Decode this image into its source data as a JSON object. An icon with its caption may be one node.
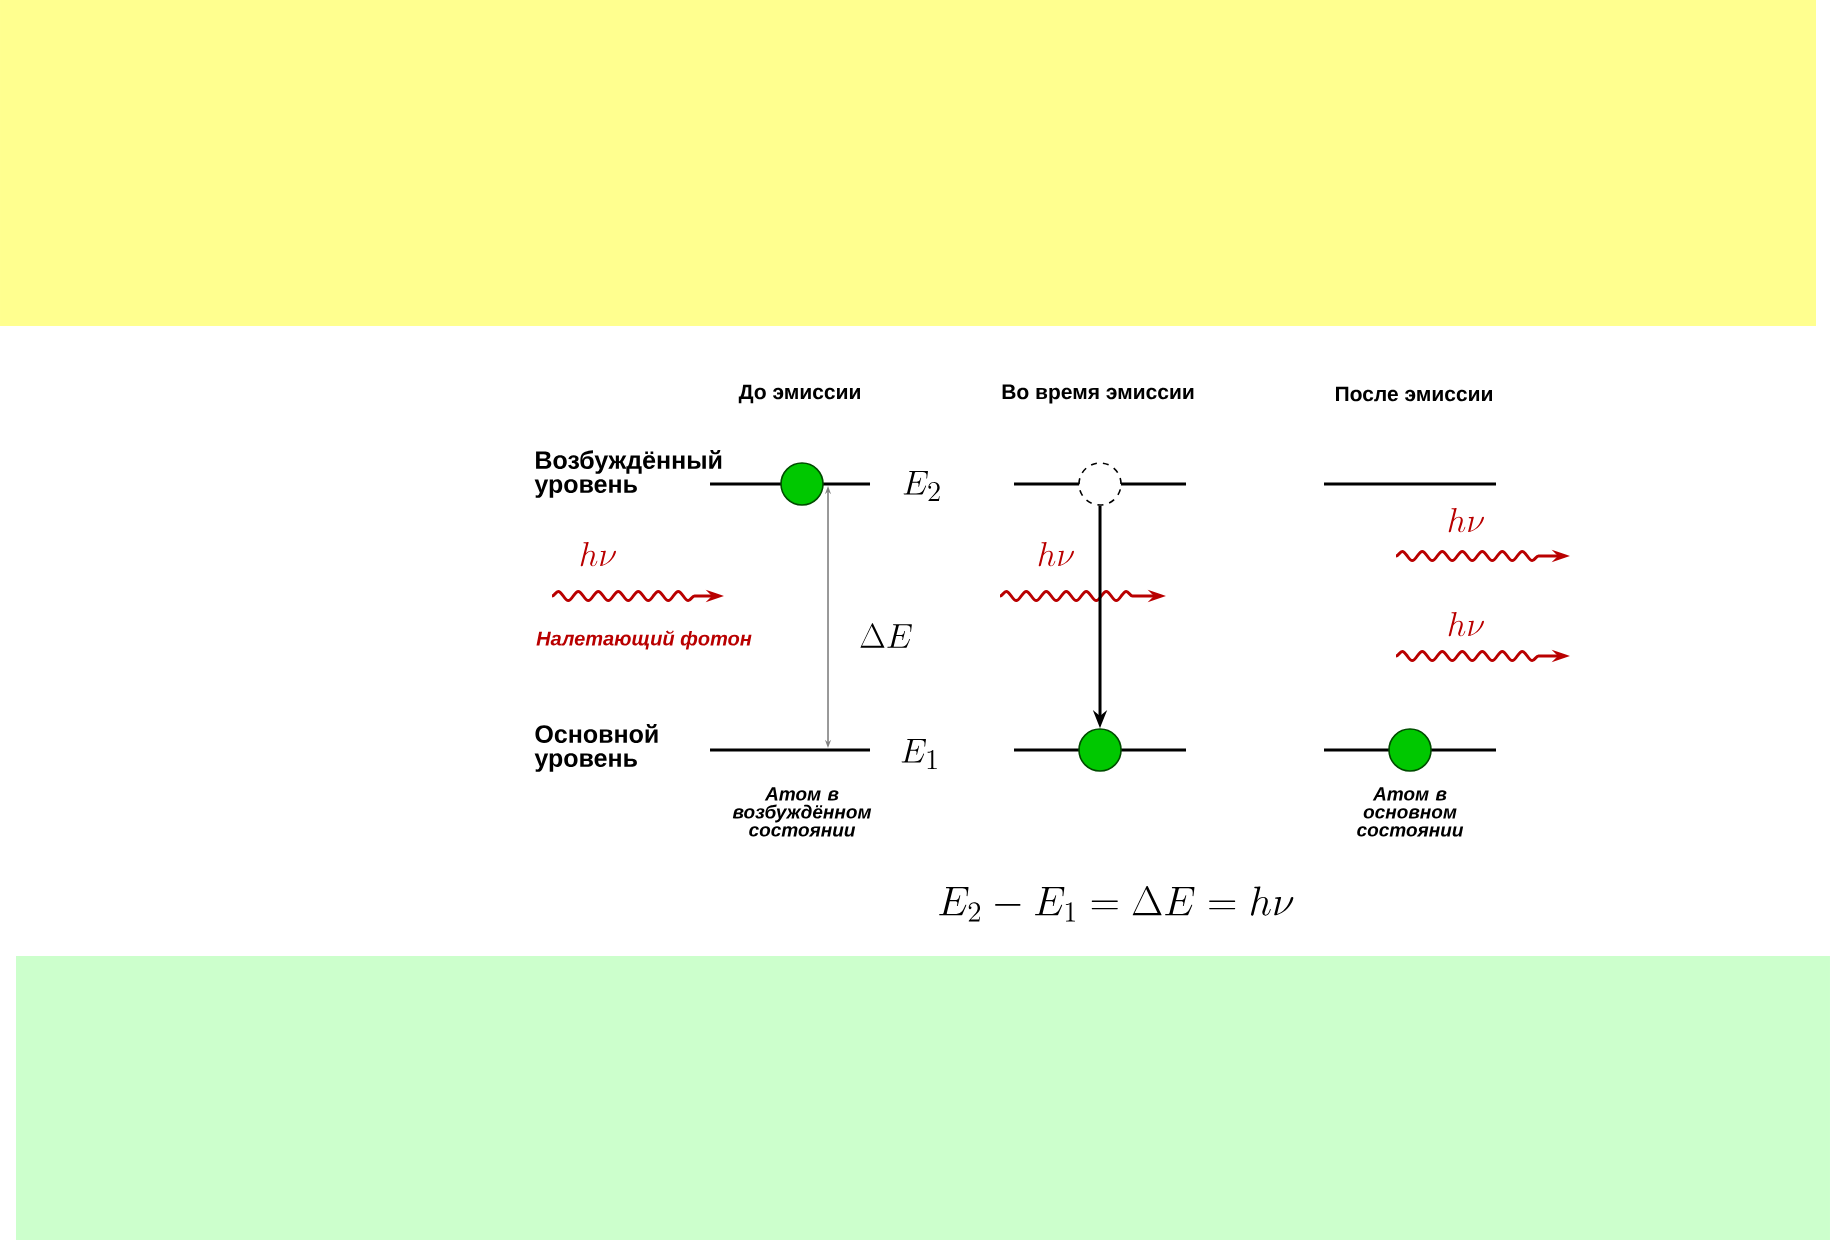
{
  "diagram": {
    "nodes": [
      {
        "text": [],
        "shape": "circle"
      },
      {
        "text": [],
        "shape": "circle"
      },
      {
        "text": [],
        "shape": "circle"
      },
      {
        "text": [],
        "shape": "circle"
      },
      {
        "text": [],
        "shape": "bar"
      },
      {
        "text": [],
        "shape": "bar"
      }
    ],
    "edges": [
      {
        "from": 1,
        "to": 2,
        "arrow": "to"
      }
    ],
    "labels": [
      "До эмиссии",
      "Во время эмиссии",
      "После эмиссии",
      "Возбуждённый уровень",
      "E_2",
      "h\\nu",
      "h\\nu",
      "h\\nu",
      "Налетающий фотон",
      "\\Delta E",
      "h\\nu",
      "Основной уровень",
      "E_1",
      "Атом в возбуждённом состоянии",
      "Атом в основном состоянии",
      "E_2 - E_1 = \\Delta E = h\\nu"
    ]
  }
}
